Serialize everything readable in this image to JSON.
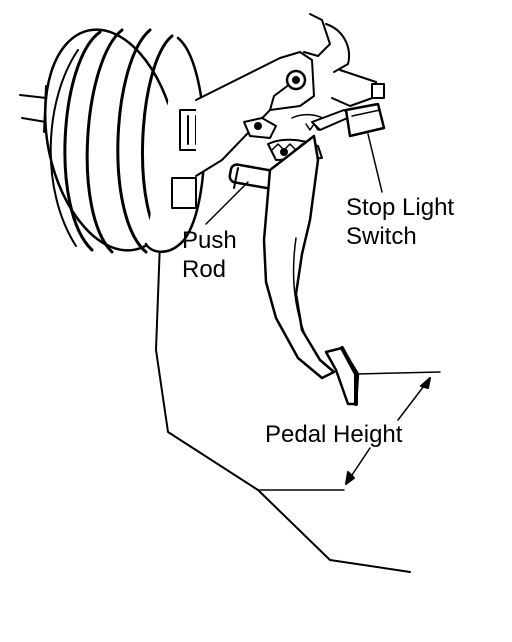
{
  "labels": {
    "stop_light_switch": [
      "Stop Light",
      "Switch"
    ],
    "push_rod": [
      "Push",
      "Rod"
    ],
    "pedal_height": "Pedal Height"
  },
  "colors": {
    "ink": "#000000",
    "paper": "#ffffff"
  }
}
